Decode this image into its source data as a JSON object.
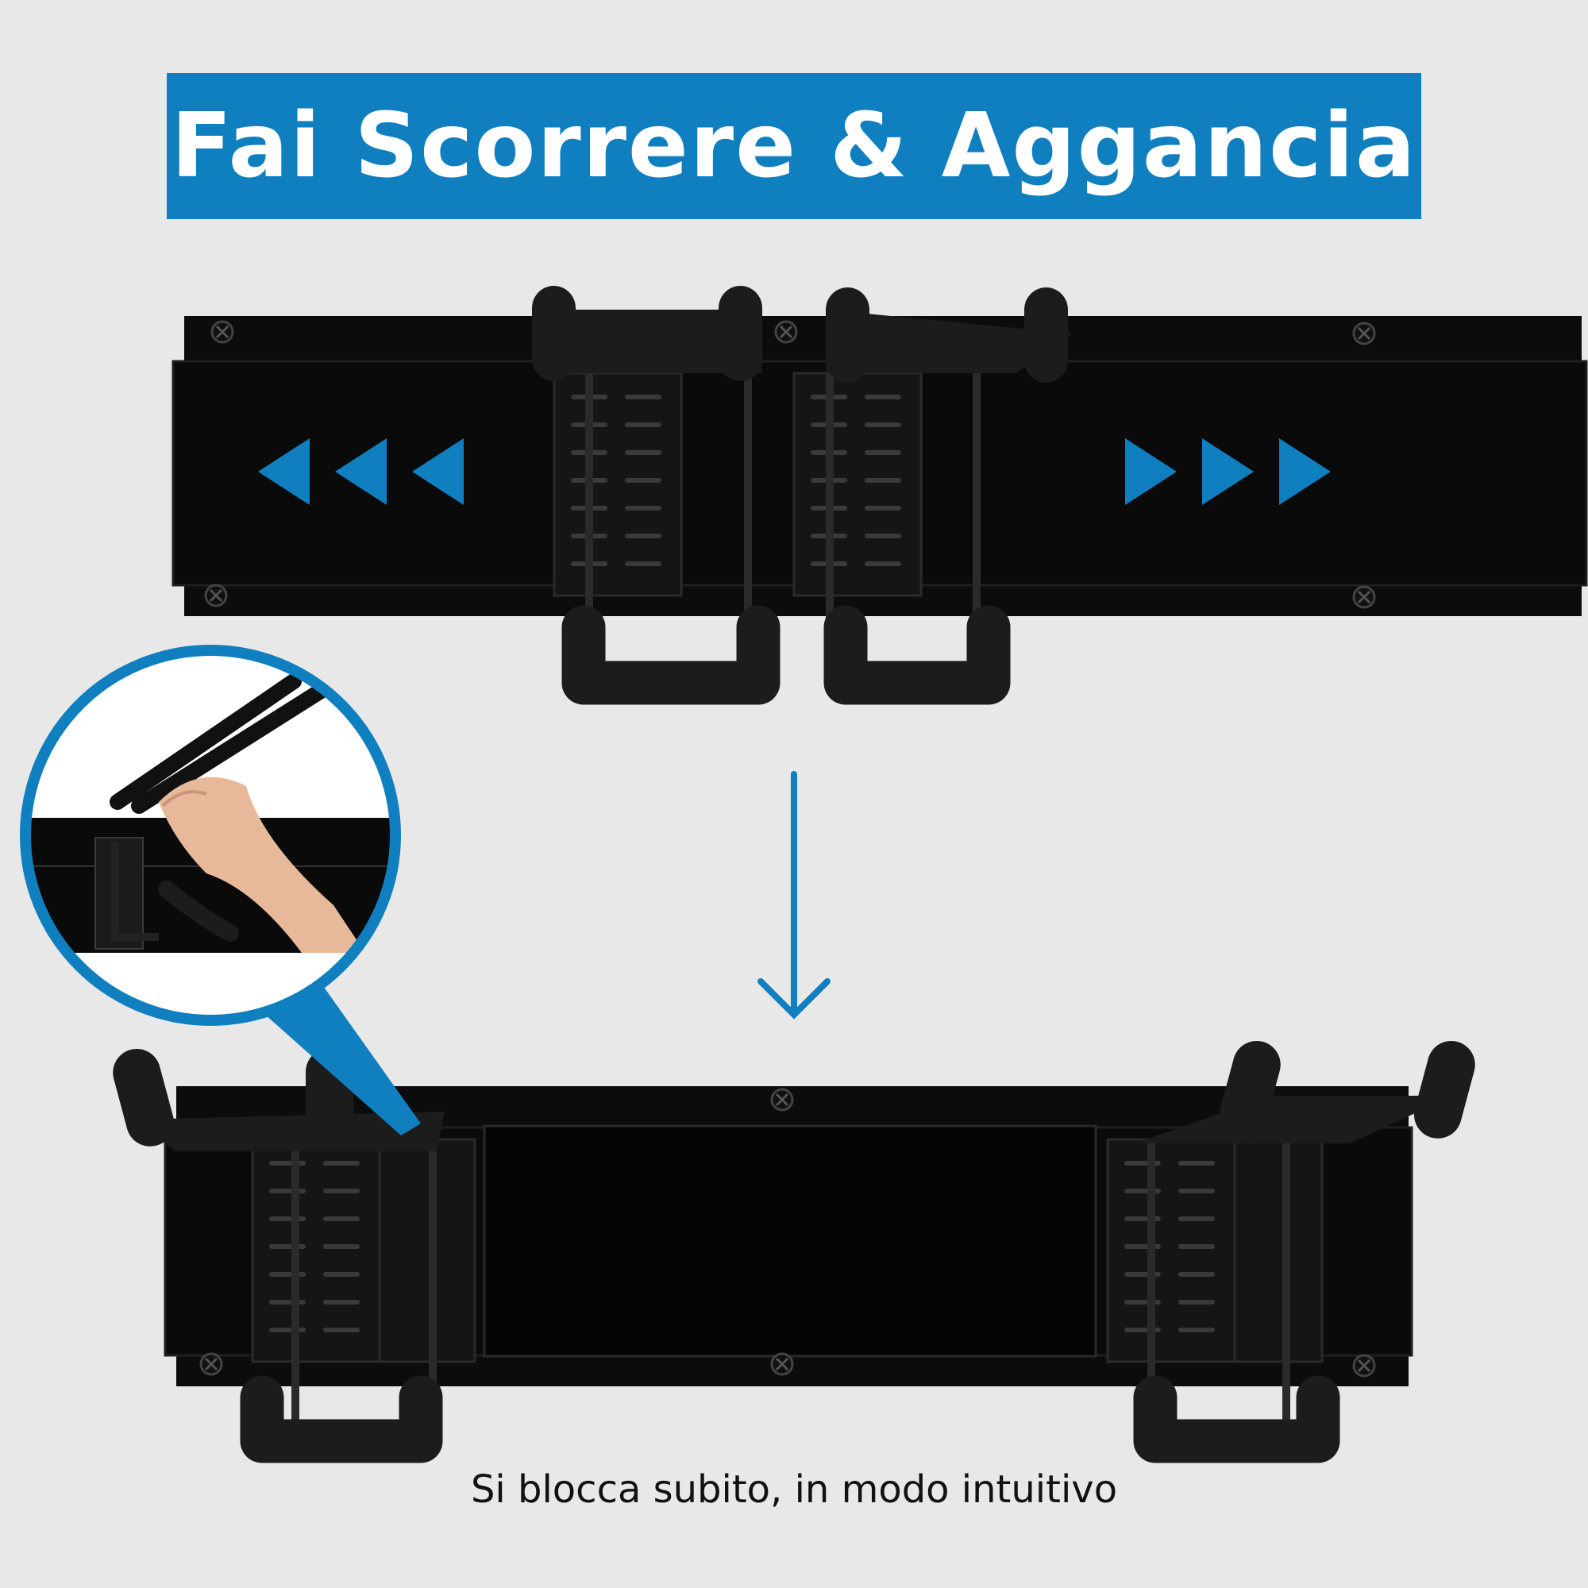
{
  "title": "Fai Scorrere & Aggancia",
  "caption": "Si blocca subito, in modo intuitivo",
  "colors": {
    "accent": "#0f7fc0",
    "background": "#e9e8e8",
    "rail": "#0c0c0c",
    "hook": "#1c1c1c"
  },
  "icons": {
    "slide_left": "triple-left-triangle-icon",
    "slide_right": "triple-right-triangle-icon",
    "down": "arrow-down-icon",
    "zoom": "magnifier-callout"
  }
}
